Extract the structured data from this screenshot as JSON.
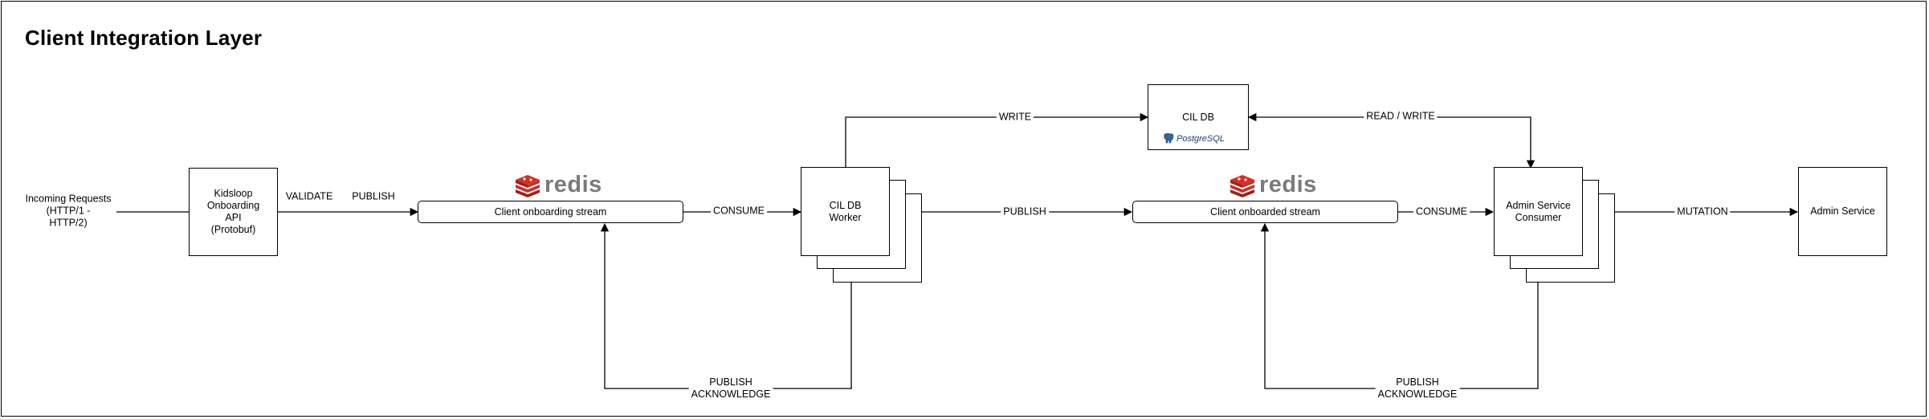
{
  "title": "Client Integration Layer",
  "incoming": "Incoming Requests\n(HTTP/1 -\nHTTP/2)",
  "api_box": "Kidsloop\nOnboarding\nAPI\n(Protobuf)",
  "labels": {
    "validate": "VALIDATE",
    "publish": "PUBLISH",
    "consume_1": "CONSUME",
    "publish_2": "PUBLISH",
    "consume_2": "CONSUME",
    "mutation": "MUTATION",
    "write": "WRITE",
    "read_write": "READ / WRITE",
    "publish_ack_1": "PUBLISH\nACKNOWLEDGE",
    "publish_ack_2": "PUBLISH\nACKNOWLEDGE"
  },
  "streams": {
    "onboarding": "Client onboarding stream",
    "onboarded": "Client onboarded stream"
  },
  "workers": {
    "cil_db_worker": "CIL DB\nWorker",
    "admin_consumer": "Admin Service\nConsumer"
  },
  "cil_db": "CIL DB",
  "postgres_logo": "PostgreSQL",
  "admin_service": "Admin Service",
  "redis_logo": "redis",
  "colors": {
    "redis_red": "#c6302b",
    "redis_gray": "#7a7a7a",
    "line": "#000000"
  },
  "icons": [
    "redis-logo-icon",
    "postgresql-elephant-icon"
  ]
}
